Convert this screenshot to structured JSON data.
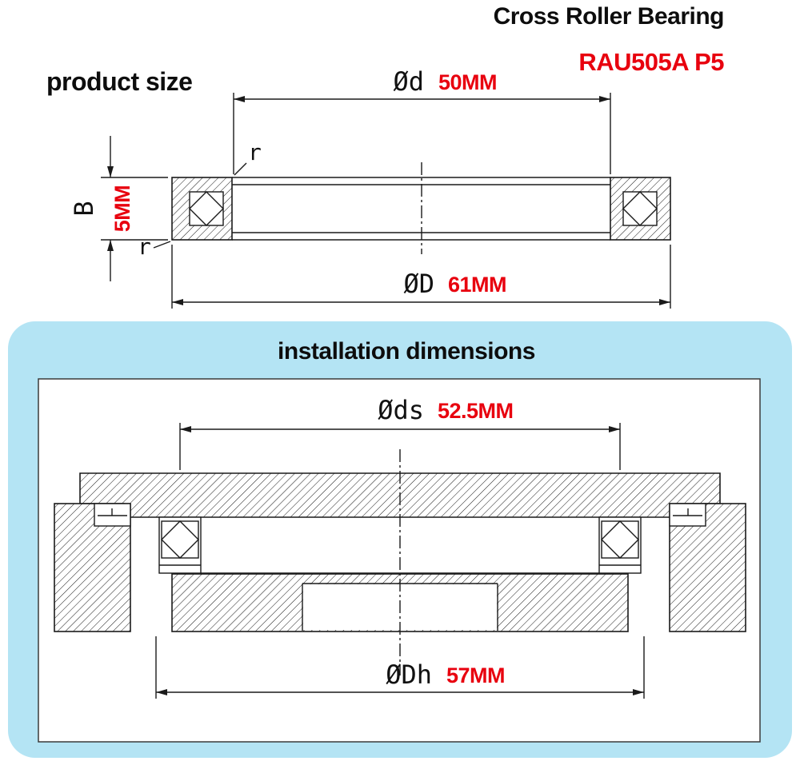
{
  "header": {
    "brand_title": "Cross Roller Bearing",
    "model": "RAU505A P5"
  },
  "sections": {
    "product_size": {
      "title": "product size"
    },
    "installation": {
      "title": "installation dimensions"
    }
  },
  "dims": {
    "bore": {
      "symbol": "Ød",
      "value": "50MM"
    },
    "width": {
      "symbol": "B",
      "value": "5MM"
    },
    "outer": {
      "symbol": "ØD",
      "value": "61MM"
    },
    "shaft_seat": {
      "symbol": "Øds",
      "value": "52.5MM"
    },
    "housing_seat": {
      "symbol": "ØDh",
      "value": "57MM"
    },
    "fillet_top": "r",
    "fillet_bottom": "r"
  },
  "colors": {
    "value_red": "#e8000e",
    "panel_blue": "#b4e4f4",
    "line": "#1a1a1a"
  }
}
